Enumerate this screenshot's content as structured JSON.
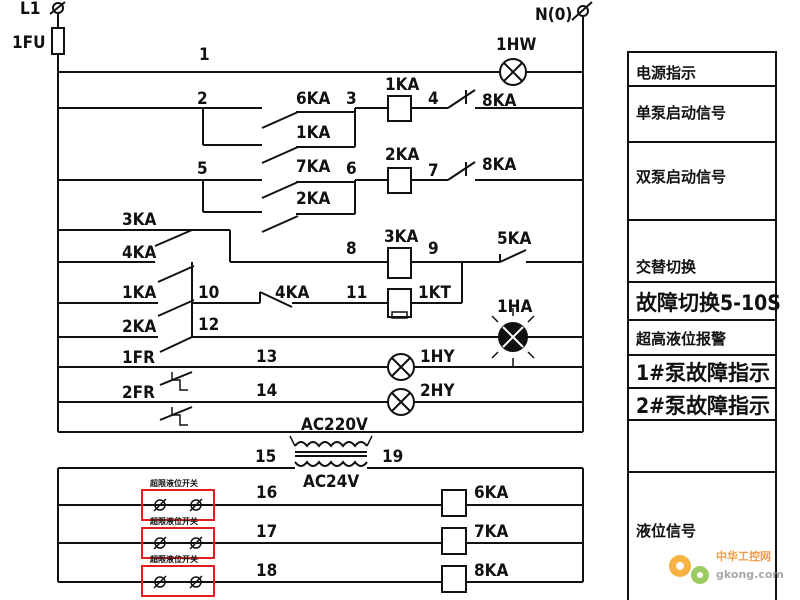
{
  "diagram": {
    "supply": {
      "line": "L1",
      "neutral": "N(0)",
      "fuse": "1FU"
    },
    "wires": [
      "1",
      "2",
      "3",
      "4",
      "5",
      "6",
      "7",
      "8",
      "9",
      "10",
      "11",
      "12",
      "13",
      "14",
      "15",
      "16",
      "17",
      "18",
      "19"
    ],
    "components": {
      "lamp_power": "1HW",
      "relay_1ka": "1KA",
      "relay_2ka": "2KA",
      "relay_3ka": "3KA",
      "contact_6ka": "6KA",
      "contact_1ka": "1KA",
      "contact_7ka": "7KA",
      "contact_2ka": "2KA",
      "contact_8ka_a": "8KA",
      "contact_8ka_b": "8KA",
      "left_3ka": "3KA",
      "left_4ka": "4KA",
      "left_1ka": "1KA",
      "left_2ka": "2KA",
      "left_1fr": "1FR",
      "left_2fr": "2FR",
      "contact_4ka_mid": "4KA",
      "contact_5ka": "5KA",
      "timer_1kt": "1KT",
      "alarm_1ha": "1HA",
      "lamp_1hy": "1HY",
      "lamp_2hy": "2HY",
      "transformer_primary": "AC220V",
      "transformer_secondary": "AC24V",
      "coil_6ka": "6KA",
      "coil_7ka": "7KA",
      "coil_8ka": "8KA",
      "float_switch": "超限液位开关"
    },
    "legend": [
      "电源指示",
      "单泵启动信号",
      "双泵启动信号",
      "交替切换",
      "故障切换5-10S",
      "超高液位报警",
      "1#泵故障指示",
      "2#泵故障指示",
      "液位信号"
    ],
    "watermark": {
      "brand": "中华工控网",
      "url": "gkong.com"
    }
  }
}
